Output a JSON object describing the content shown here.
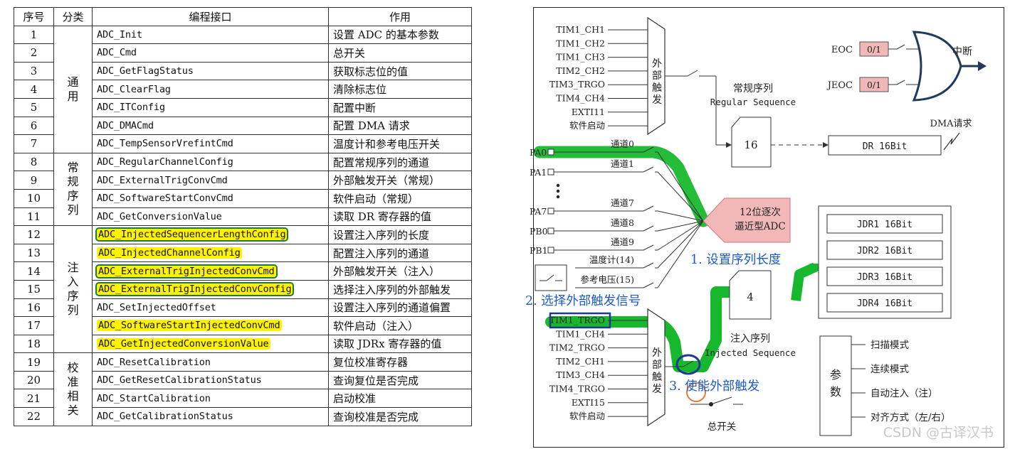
{
  "table": {
    "headers": [
      "序号",
      "分类",
      "编程接口",
      "作用"
    ],
    "categories": [
      {
        "label": "通用",
        "start": 0,
        "span": 7
      },
      {
        "label": "常规序列",
        "start": 7,
        "span": 4
      },
      {
        "label": "注入序列",
        "start": 11,
        "span": 7
      },
      {
        "label": "校准相关",
        "start": 18,
        "span": 4
      }
    ],
    "rows": [
      {
        "no": "1",
        "api": "ADC_Init",
        "desc": "设置 ADC 的基本参数",
        "hl": false,
        "box": false
      },
      {
        "no": "2",
        "api": "ADC_Cmd",
        "desc": "总开关",
        "hl": false,
        "box": false
      },
      {
        "no": "3",
        "api": "ADC_GetFlagStatus",
        "desc": "获取标志位的值",
        "hl": false,
        "box": false
      },
      {
        "no": "4",
        "api": "ADC_ClearFlag",
        "desc": "清除标志位",
        "hl": false,
        "box": false
      },
      {
        "no": "5",
        "api": "ADC_ITConfig",
        "desc": "配置中断",
        "hl": false,
        "box": false
      },
      {
        "no": "6",
        "api": "ADC_DMACmd",
        "desc": "配置 DMA 请求",
        "hl": false,
        "box": false
      },
      {
        "no": "7",
        "api": "ADC_TempSensorVrefintCmd",
        "desc": "温度计和参考电压开关",
        "hl": false,
        "box": false
      },
      {
        "no": "8",
        "api": "ADC_RegularChannelConfig",
        "desc": "配置常规序列的通道",
        "hl": false,
        "box": false
      },
      {
        "no": "9",
        "api": "ADC_ExternalTrigConvCmd",
        "desc": "外部触发开关（常规）",
        "hl": false,
        "box": false
      },
      {
        "no": "10",
        "api": "ADC_SoftwareStartConvCmd",
        "desc": "软件启动（常规）",
        "hl": false,
        "box": false
      },
      {
        "no": "11",
        "api": "ADC_GetConversionValue",
        "desc": "读取 DR 寄存器的值",
        "hl": false,
        "box": false
      },
      {
        "no": "12",
        "api": "ADC_InjectedSequencerLengthConfig",
        "desc": "设置注入序列的长度",
        "hl": true,
        "box": true
      },
      {
        "no": "13",
        "api": "ADC_InjectedChannelConfig",
        "desc": "配置注入序列的通道",
        "hl": true,
        "box": false
      },
      {
        "no": "14",
        "api": "ADC_ExternalTrigInjectedConvCmd",
        "desc": "外部触发开关（注入）",
        "hl": true,
        "box": true
      },
      {
        "no": "15",
        "api": "ADC_ExternalTrigInjectedConvConfig",
        "desc": "选择注入序列的外部触发",
        "hl": true,
        "box": true
      },
      {
        "no": "16",
        "api": "ADC_SetInjectedOffset",
        "desc": "设置注入序列的通道偏置",
        "hl": false,
        "box": false
      },
      {
        "no": "17",
        "api": "ADC_SoftwareStartInjectedConvCmd",
        "desc": "软件启动（注入）",
        "hl": true,
        "box": false
      },
      {
        "no": "18",
        "api": "ADC_GetInjectedConversionValue",
        "desc": "读取 JDRx 寄存器的值",
        "hl": true,
        "box": false
      },
      {
        "no": "19",
        "api": "ADC_ResetCalibration",
        "desc": "复位校准寄存器",
        "hl": false,
        "box": false
      },
      {
        "no": "20",
        "api": "ADC_GetResetCalibrationStatus",
        "desc": "查询复位是否完成",
        "hl": false,
        "box": false
      },
      {
        "no": "21",
        "api": "ADC_StartCalibration",
        "desc": "启动校准",
        "hl": false,
        "box": false
      },
      {
        "no": "22",
        "api": "ADC_GetCalibrationStatus",
        "desc": "查询校准是否完成",
        "hl": false,
        "box": false
      }
    ]
  },
  "diagram": {
    "regular_triggers": [
      "TIM1_CH1",
      "TIM1_CH2",
      "TIM1_CH3",
      "TIM2_CH2",
      "TIM3_TRGO",
      "TIM4_CH4",
      "EXTI11",
      "软件启动"
    ],
    "injected_triggers": [
      "TIM1_TRGO",
      "TIM1_CH4",
      "TIM2_TRGO",
      "TIM2_CH1",
      "TIM3_CH4",
      "TIM4_TRGO",
      "EXTI15",
      "软件启动"
    ],
    "ext_trigger_label": "外部触发",
    "pins": [
      "PA0",
      "PA1",
      "PA7",
      "PB0",
      "PB1"
    ],
    "channels": [
      "通道0",
      "通道1",
      "通道7",
      "通道8",
      "通道9",
      "温度计(14)",
      "参考电压(15)"
    ],
    "adc_label_line1": "12位逐次",
    "adc_label_line2": "逼近型ADC",
    "regular_seq_cn": "常规序列",
    "regular_seq_en": "Regular Sequence",
    "regular_seq_count": "16",
    "injected_seq_cn": "注入序列",
    "injected_seq_en": "Injected Sequence",
    "injected_seq_count": "4",
    "dr_label": "DR 16Bit",
    "dma_label": "DMA请求",
    "eoc_label": "EOC",
    "jeoc_label": "JEOC",
    "flag_value": "0/1",
    "interrupt_label": "中断",
    "jdr_labels": [
      "JDR1 16Bit",
      "JDR2 16Bit",
      "JDR3 16Bit",
      "JDR4 16Bit"
    ],
    "params_title": "参数",
    "params_items": [
      "扫描模式",
      "连续模式",
      "自动注入（注）",
      "对齐方式（左/右）"
    ],
    "master_switch": "总开关",
    "step1": "1. 设置序列长度",
    "step2": "2. 选择外部触发信号",
    "step3": "3. 使能外部触发",
    "watermark": "CSDN @古译汉书",
    "colors": {
      "green": "#18b82e",
      "blue": "#1e5bc6",
      "pink": "#f2b8b8",
      "orange": "#e8702a",
      "yellow": "#fff200"
    }
  }
}
